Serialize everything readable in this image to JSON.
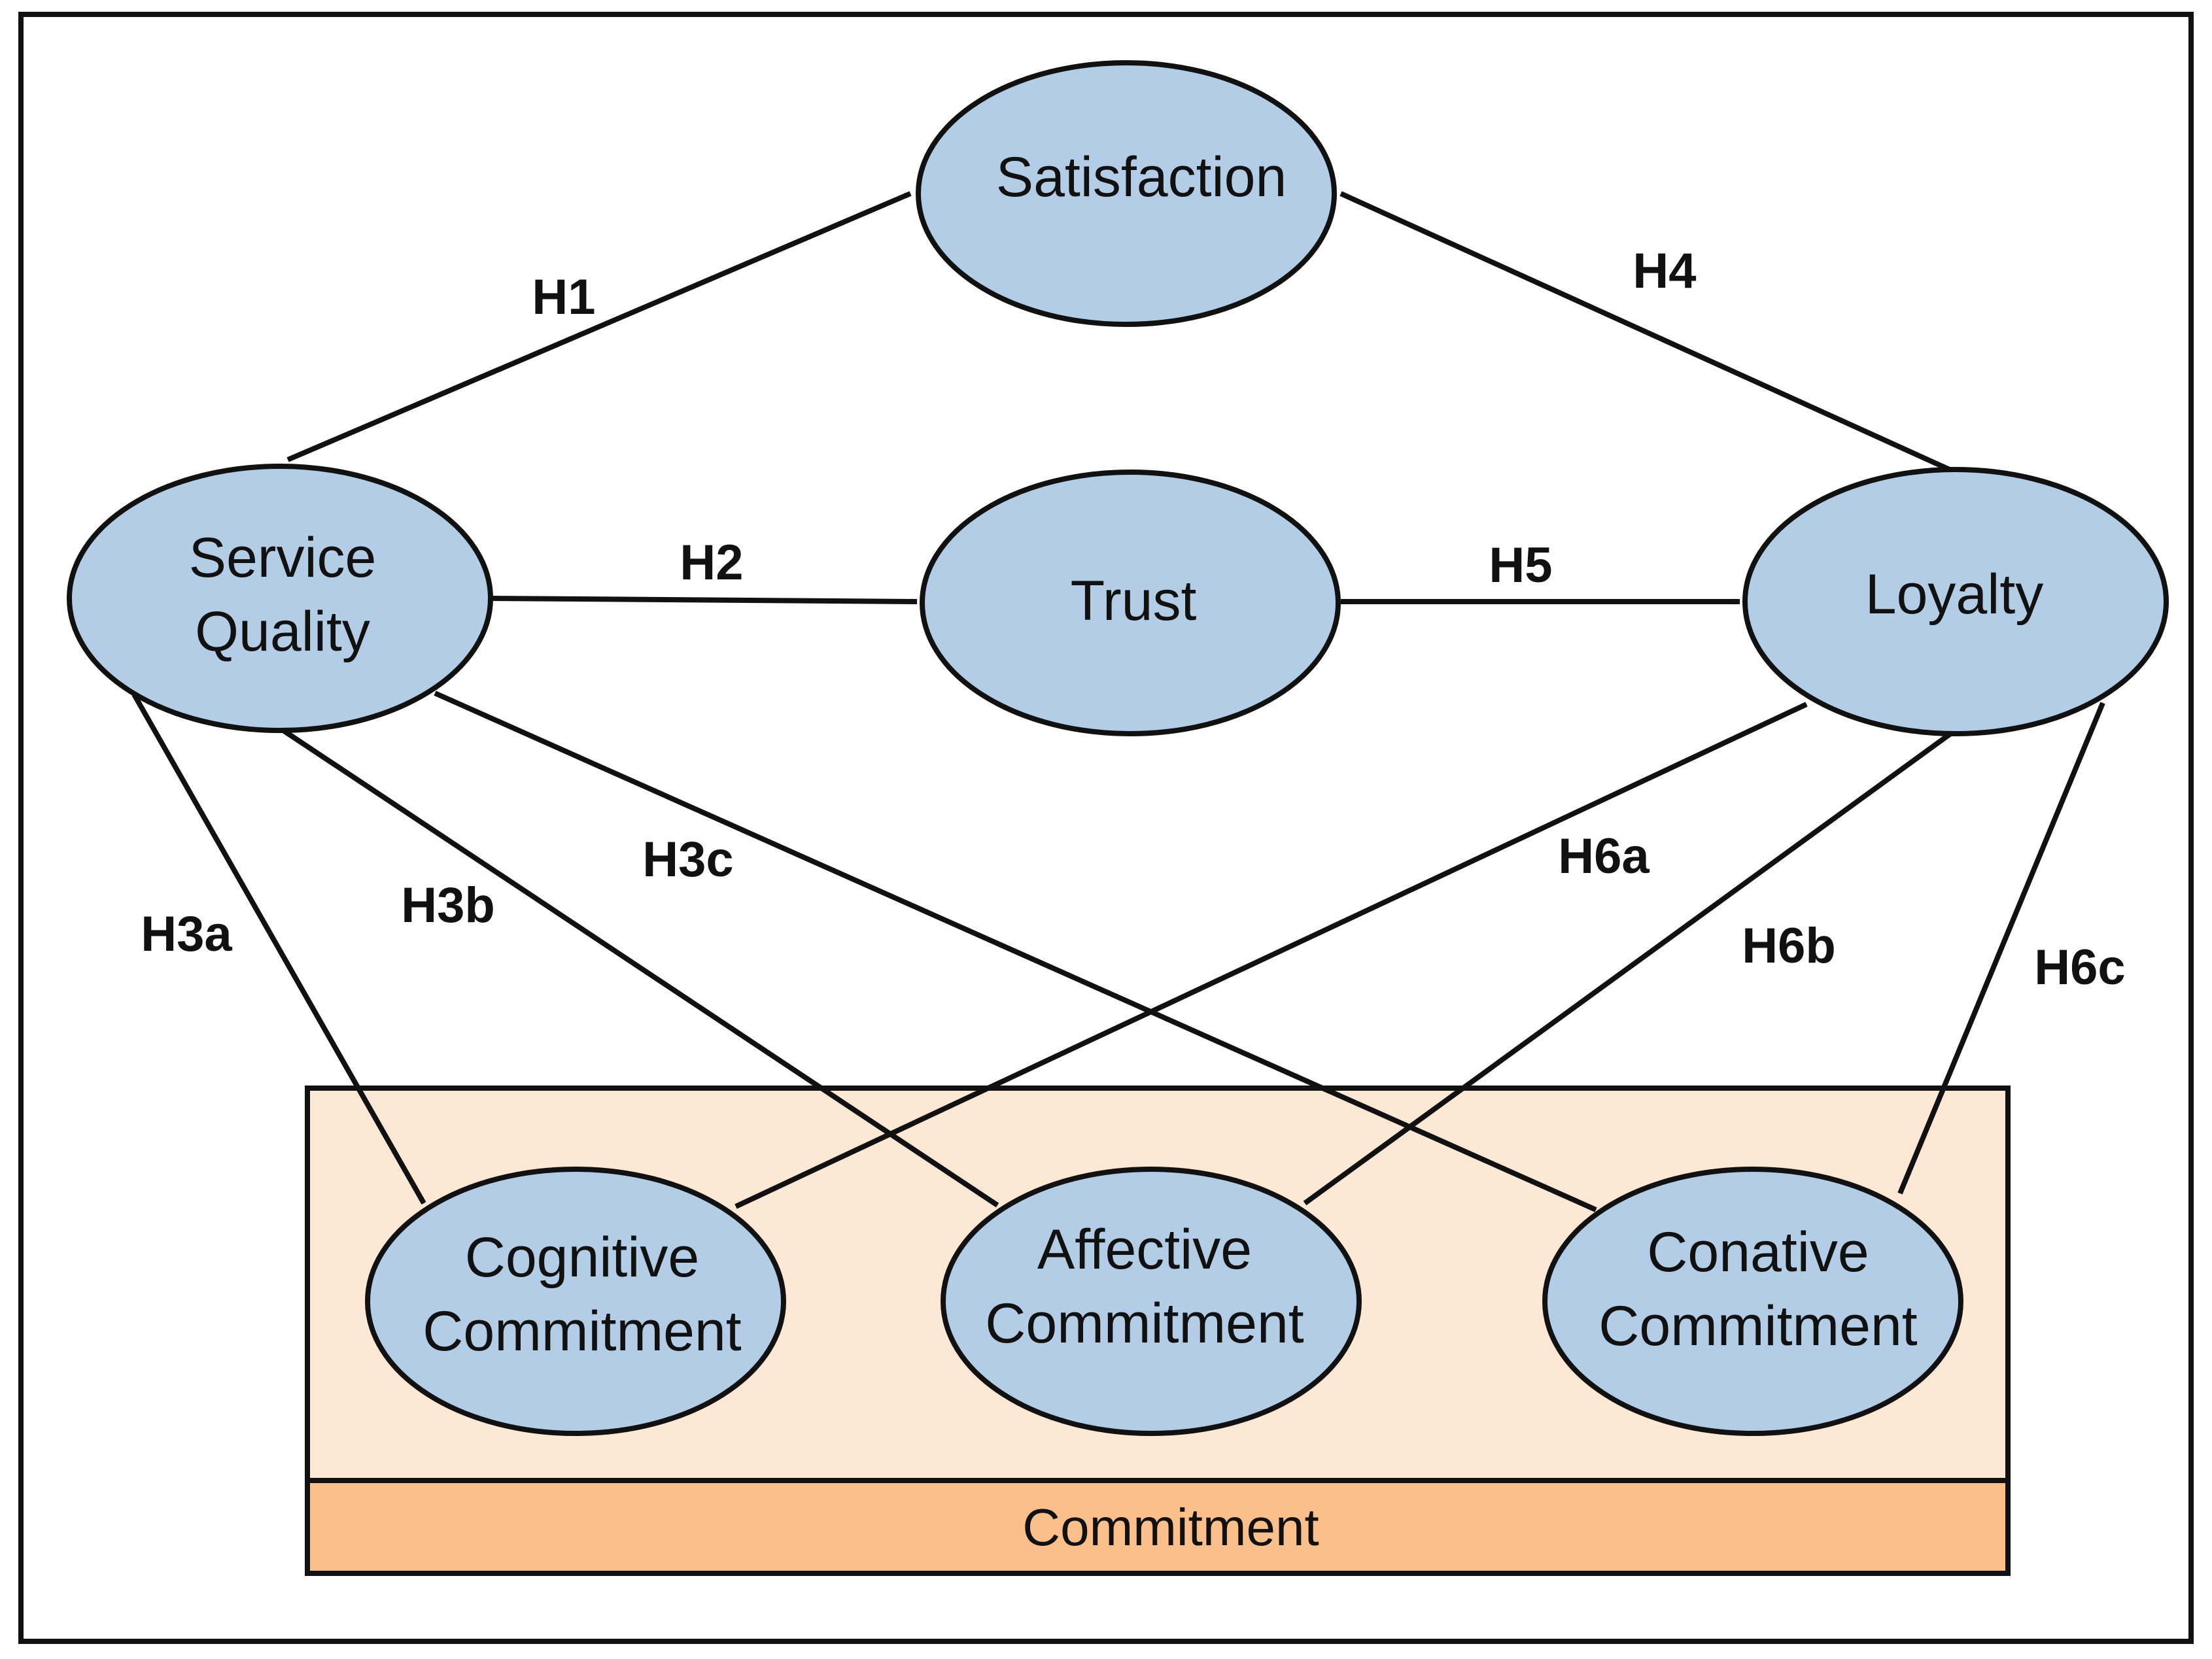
{
  "diagram": {
    "colors": {
      "node_fill": "#b3cde6",
      "node_stroke": "#111111",
      "group_fill": "#fde8d6",
      "group_band_fill": "#fbbf8c",
      "edge_color": "#111111",
      "frame_color": "#111111"
    },
    "nodes": {
      "satisfaction": {
        "lines": [
          "Satisfaction"
        ]
      },
      "service_quality": {
        "lines": [
          "Service",
          "Quality"
        ]
      },
      "trust": {
        "lines": [
          "Trust"
        ]
      },
      "loyalty": {
        "lines": [
          "Loyalty"
        ]
      },
      "cognitive": {
        "lines": [
          "Cognitive",
          "Commitment"
        ]
      },
      "affective": {
        "lines": [
          "Affective",
          "Commitment"
        ]
      },
      "conative": {
        "lines": [
          "Conative",
          "Commitment"
        ]
      }
    },
    "group": {
      "label": "Commitment"
    },
    "edges": [
      {
        "id": "h1",
        "label": "H1",
        "from": "Service Quality",
        "to": "Satisfaction"
      },
      {
        "id": "h2",
        "label": "H2",
        "from": "Service Quality",
        "to": "Trust"
      },
      {
        "id": "h3a",
        "label": "H3a",
        "from": "Service Quality",
        "to": "Cognitive Commitment"
      },
      {
        "id": "h3b",
        "label": "H3b",
        "from": "Service Quality",
        "to": "Affective Commitment"
      },
      {
        "id": "h3c",
        "label": "H3c",
        "from": "Service Quality",
        "to": "Conative Commitment"
      },
      {
        "id": "h4",
        "label": "H4",
        "from": "Satisfaction",
        "to": "Loyalty"
      },
      {
        "id": "h5",
        "label": "H5",
        "from": "Trust",
        "to": "Loyalty"
      },
      {
        "id": "h6a",
        "label": "H6a",
        "from": "Cognitive Commitment",
        "to": "Loyalty"
      },
      {
        "id": "h6b",
        "label": "H6b",
        "from": "Affective Commitment",
        "to": "Loyalty"
      },
      {
        "id": "h6c",
        "label": "H6c",
        "from": "Conative Commitment",
        "to": "Loyalty"
      }
    ]
  }
}
